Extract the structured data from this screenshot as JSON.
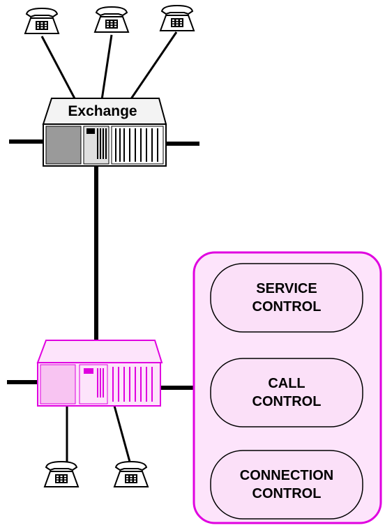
{
  "exchange": {
    "label": "Exchange"
  },
  "control_panel": {
    "boxes": [
      {
        "line1": "SERVICE",
        "line2": "CONTROL"
      },
      {
        "line1": "CALL",
        "line2": "CONTROL"
      },
      {
        "line1": "CONNECTION",
        "line2": "CONTROL"
      }
    ]
  },
  "colors": {
    "magenta": "#e000e0",
    "panel_fill": "#fde4fb",
    "box_fill": "#fbe0f8",
    "exchange_dark": "#9a9a9a",
    "exchange_top": "#f3f3f3"
  }
}
